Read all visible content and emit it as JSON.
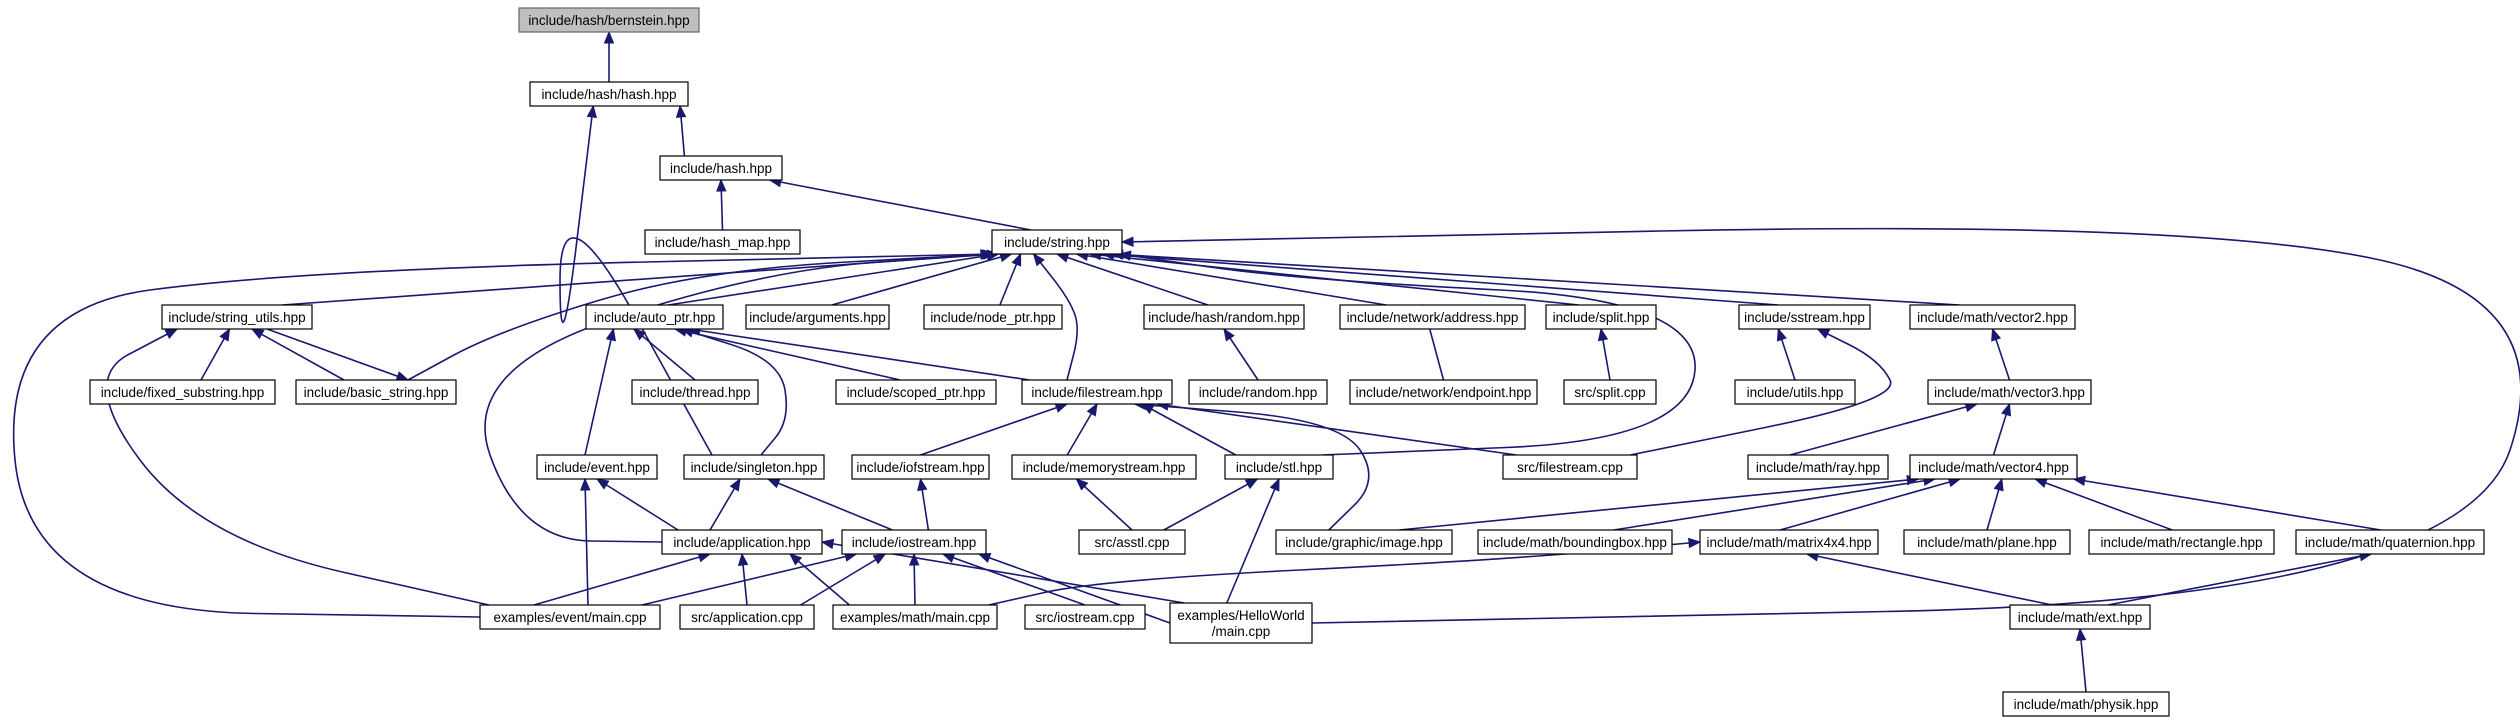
{
  "diagram": {
    "root": "bernstein",
    "colors": {
      "edge": "#191970",
      "node_border": "#000000",
      "root_fill": "#bfbfbf",
      "node_fill": "#ffffff"
    },
    "nodes": [
      {
        "id": "bernstein",
        "lines": [
          "include/hash/bernstein.hpp"
        ]
      },
      {
        "id": "hashhash",
        "lines": [
          "include/hash/hash.hpp"
        ]
      },
      {
        "id": "hash",
        "lines": [
          "include/hash.hpp"
        ]
      },
      {
        "id": "hashmap",
        "lines": [
          "include/hash_map.hpp"
        ]
      },
      {
        "id": "string",
        "lines": [
          "include/string.hpp"
        ]
      },
      {
        "id": "string_utils",
        "lines": [
          "include/string_utils.hpp"
        ]
      },
      {
        "id": "auto_ptr",
        "lines": [
          "include/auto_ptr.hpp"
        ]
      },
      {
        "id": "arguments",
        "lines": [
          "include/arguments.hpp"
        ]
      },
      {
        "id": "node_ptr",
        "lines": [
          "include/node_ptr.hpp"
        ]
      },
      {
        "id": "hashrandom",
        "lines": [
          "include/hash/random.hpp"
        ]
      },
      {
        "id": "address",
        "lines": [
          "include/network/address.hpp"
        ]
      },
      {
        "id": "split",
        "lines": [
          "include/split.hpp"
        ]
      },
      {
        "id": "sstream",
        "lines": [
          "include/sstream.hpp"
        ]
      },
      {
        "id": "vector2",
        "lines": [
          "include/math/vector2.hpp"
        ]
      },
      {
        "id": "fixed_substring",
        "lines": [
          "include/fixed_substring.hpp"
        ]
      },
      {
        "id": "basic_string",
        "lines": [
          "include/basic_string.hpp"
        ]
      },
      {
        "id": "thread",
        "lines": [
          "include/thread.hpp"
        ]
      },
      {
        "id": "scoped_ptr",
        "lines": [
          "include/scoped_ptr.hpp"
        ]
      },
      {
        "id": "filestream",
        "lines": [
          "include/filestream.hpp"
        ]
      },
      {
        "id": "random",
        "lines": [
          "include/random.hpp"
        ]
      },
      {
        "id": "endpoint",
        "lines": [
          "include/network/endpoint.hpp"
        ]
      },
      {
        "id": "splitcpp",
        "lines": [
          "src/split.cpp"
        ]
      },
      {
        "id": "utils",
        "lines": [
          "include/utils.hpp"
        ]
      },
      {
        "id": "vector3",
        "lines": [
          "include/math/vector3.hpp"
        ]
      },
      {
        "id": "event",
        "lines": [
          "include/event.hpp"
        ]
      },
      {
        "id": "singleton",
        "lines": [
          "include/singleton.hpp"
        ]
      },
      {
        "id": "iofstream",
        "lines": [
          "include/iofstream.hpp"
        ]
      },
      {
        "id": "memorystream",
        "lines": [
          "include/memorystream.hpp"
        ]
      },
      {
        "id": "stl",
        "lines": [
          "include/stl.hpp"
        ]
      },
      {
        "id": "filestreamcpp",
        "lines": [
          "src/filestream.cpp"
        ]
      },
      {
        "id": "ray",
        "lines": [
          "include/math/ray.hpp"
        ]
      },
      {
        "id": "vector4",
        "lines": [
          "include/math/vector4.hpp"
        ]
      },
      {
        "id": "application",
        "lines": [
          "include/application.hpp"
        ]
      },
      {
        "id": "iostream",
        "lines": [
          "include/iostream.hpp"
        ]
      },
      {
        "id": "asstl",
        "lines": [
          "src/asstl.cpp"
        ]
      },
      {
        "id": "image",
        "lines": [
          "include/graphic/image.hpp"
        ]
      },
      {
        "id": "boundingbox",
        "lines": [
          "include/math/boundingbox.hpp"
        ]
      },
      {
        "id": "matrix4x4",
        "lines": [
          "include/math/matrix4x4.hpp"
        ]
      },
      {
        "id": "plane",
        "lines": [
          "include/math/plane.hpp"
        ]
      },
      {
        "id": "rectangle",
        "lines": [
          "include/math/rectangle.hpp"
        ]
      },
      {
        "id": "quaternion",
        "lines": [
          "include/math/quaternion.hpp"
        ]
      },
      {
        "id": "eventmain",
        "lines": [
          "examples/event/main.cpp"
        ]
      },
      {
        "id": "applicationcpp",
        "lines": [
          "src/application.cpp"
        ]
      },
      {
        "id": "mathmain",
        "lines": [
          "examples/math/main.cpp"
        ]
      },
      {
        "id": "iostreamcpp",
        "lines": [
          "src/iostream.cpp"
        ]
      },
      {
        "id": "helloworld",
        "lines": [
          "examples/HelloWorld",
          "/main.cpp"
        ]
      },
      {
        "id": "ext",
        "lines": [
          "include/math/ext.hpp"
        ]
      },
      {
        "id": "physik",
        "lines": [
          "include/math/physik.hpp"
        ]
      }
    ]
  }
}
